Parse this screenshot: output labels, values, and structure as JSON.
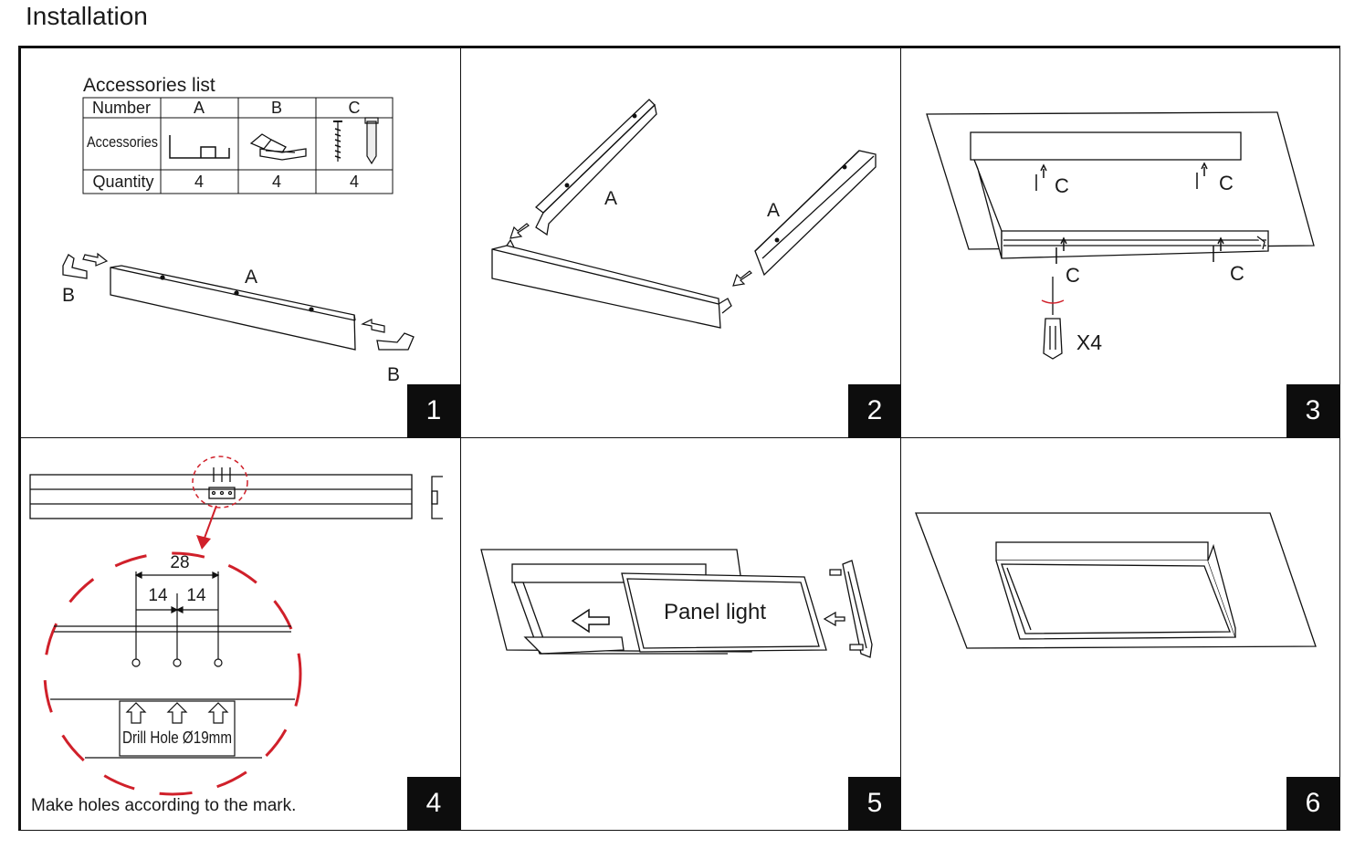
{
  "title": "Installation",
  "accessories": {
    "heading": "Accessories list",
    "row_number": "Number",
    "row_accessories": "Accessories",
    "row_quantity": "Quantity",
    "columns": [
      "A",
      "B",
      "C"
    ],
    "quantities": [
      "4",
      "4",
      "4"
    ]
  },
  "steps": [
    {
      "number": "1",
      "labels": {
        "a": "A",
        "b1": "B",
        "b2": "B"
      }
    },
    {
      "number": "2",
      "labels": {
        "a1": "A",
        "a2": "A"
      }
    },
    {
      "number": "3",
      "labels": {
        "c1": "C",
        "c2": "C",
        "c3": "C",
        "c4": "C",
        "count": "X4"
      }
    },
    {
      "number": "4",
      "dims": {
        "total": "28",
        "left": "14",
        "right": "14"
      },
      "drill_note": "Drill Hole Ø19mm",
      "caption": "Make holes according to the mark."
    },
    {
      "number": "5",
      "panel_label": "Panel light"
    },
    {
      "number": "6"
    }
  ],
  "colors": {
    "line": "#111111",
    "accent_red": "#d0202a",
    "badge_bg": "#0d0d0d"
  }
}
